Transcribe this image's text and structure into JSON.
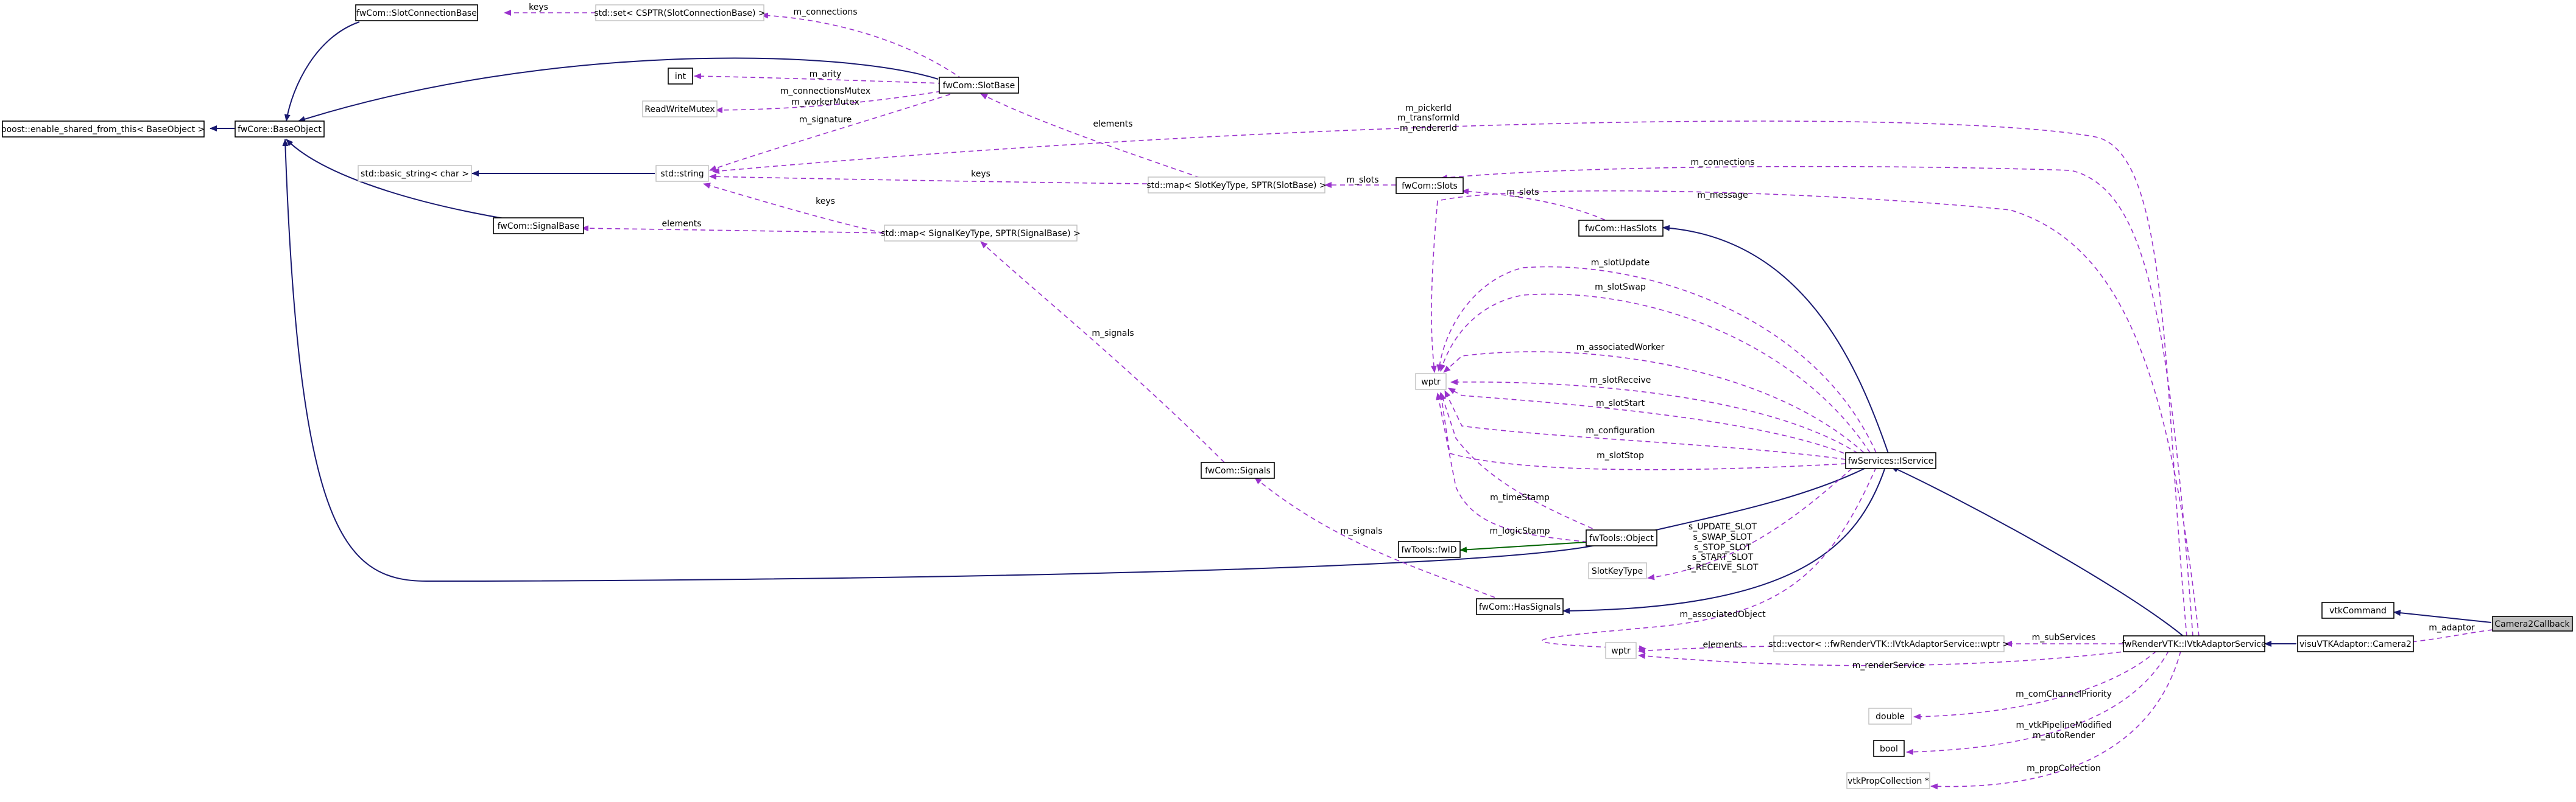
{
  "nodes": [
    {
      "id": "camera2callback",
      "label": "Camera2Callback",
      "style": "highlight"
    },
    {
      "id": "vtkcommand",
      "label": "vtkCommand",
      "style": "solid"
    },
    {
      "id": "visuvtkadaptor_camera2",
      "label": "visuVTKAdaptor::Camera2",
      "style": "solid"
    },
    {
      "id": "ivtkadaptorservice",
      "label": "fwRenderVTK::IVtkAdaptorService",
      "style": "solid"
    },
    {
      "id": "iservice",
      "label": "fwServices::IService",
      "style": "solid"
    },
    {
      "id": "fwtools_object",
      "label": "fwTools::Object",
      "style": "solid"
    },
    {
      "id": "fwtools_fwid",
      "label": "fwTools::fwID",
      "style": "solid"
    },
    {
      "id": "hassignals",
      "label": "fwCom::HasSignals",
      "style": "solid"
    },
    {
      "id": "hasslots",
      "label": "fwCom::HasSlots",
      "style": "solid"
    },
    {
      "id": "slots",
      "label": "fwCom::Slots",
      "style": "solid"
    },
    {
      "id": "signals",
      "label": "fwCom::Signals",
      "style": "solid"
    },
    {
      "id": "slotbase",
      "label": "fwCom::SlotBase",
      "style": "solid"
    },
    {
      "id": "signalbase",
      "label": "fwCom::SignalBase",
      "style": "solid"
    },
    {
      "id": "slotconnectionbase",
      "label": "fwCom::SlotConnectionBase",
      "style": "solid"
    },
    {
      "id": "baseobject",
      "label": "fwCore::BaseObject",
      "style": "solid"
    },
    {
      "id": "enable_shared",
      "label": "boost::enable_shared_from_this< BaseObject >",
      "style": "solid"
    },
    {
      "id": "int",
      "label": "int",
      "style": "solid"
    },
    {
      "id": "bool",
      "label": "bool",
      "style": "solid"
    },
    {
      "id": "double",
      "label": "double",
      "style": "grey"
    },
    {
      "id": "readwritemutex",
      "label": "ReadWriteMutex",
      "style": "grey"
    },
    {
      "id": "basic_string",
      "label": "std::basic_string< char >",
      "style": "grey"
    },
    {
      "id": "std_string",
      "label": "std::string",
      "style": "grey"
    },
    {
      "id": "set_cspth",
      "label": "std::set< CSPTR(SlotConnectionBase) >",
      "style": "grey"
    },
    {
      "id": "map_slots",
      "label": "std::map< SlotKeyType, SPTR(SlotBase) >",
      "style": "grey"
    },
    {
      "id": "map_signals",
      "label": "std::map< SignalKeyType, SPTR(SignalBase) >",
      "style": "grey"
    },
    {
      "id": "wptr1",
      "label": "wptr",
      "style": "grey"
    },
    {
      "id": "wptr2",
      "label": "wptr",
      "style": "grey"
    },
    {
      "id": "slotkeytype",
      "label": "SlotKeyType",
      "style": "grey"
    },
    {
      "id": "vector_wptr",
      "label": "std::vector< ::fwRenderVTK::IVtkAdaptorService::wptr >",
      "style": "grey"
    },
    {
      "id": "vtkpropcollection",
      "label": "vtkPropCollection *",
      "style": "grey"
    }
  ],
  "edge_labels": [
    {
      "id": "keys1",
      "text": "keys"
    },
    {
      "id": "m_connections1",
      "text": "m_connections"
    },
    {
      "id": "m_arity",
      "text": "m_arity"
    },
    {
      "id": "m_mutex1",
      "text": "m_connectionsMutex"
    },
    {
      "id": "m_mutex2",
      "text": "m_workerMutex"
    },
    {
      "id": "m_signature",
      "text": "m_signature"
    },
    {
      "id": "elements1",
      "text": "elements"
    },
    {
      "id": "m_pickerid1",
      "text": "m_pickerId"
    },
    {
      "id": "m_pickerid2",
      "text": "m_transformId"
    },
    {
      "id": "m_pickerid3",
      "text": "m_rendererId"
    },
    {
      "id": "keys2",
      "text": "keys"
    },
    {
      "id": "m_slots1",
      "text": "m_slots"
    },
    {
      "id": "m_connections2",
      "text": "m_connections"
    },
    {
      "id": "keys3",
      "text": "keys"
    },
    {
      "id": "elements2",
      "text": "elements"
    },
    {
      "id": "m_slots2",
      "text": "m_slots"
    },
    {
      "id": "m_message",
      "text": "m_message"
    },
    {
      "id": "m_slotupdate",
      "text": "m_slotUpdate"
    },
    {
      "id": "m_slotswap",
      "text": "m_slotSwap"
    },
    {
      "id": "m_signals1",
      "text": "m_signals"
    },
    {
      "id": "m_associatedworker",
      "text": "m_associatedWorker"
    },
    {
      "id": "m_slotreceive",
      "text": "m_slotReceive"
    },
    {
      "id": "m_slotstart",
      "text": "m_slotStart"
    },
    {
      "id": "m_configuration",
      "text": "m_configuration"
    },
    {
      "id": "m_slotstop",
      "text": "m_slotStop"
    },
    {
      "id": "m_timestamp",
      "text": "m_timeStamp"
    },
    {
      "id": "m_signals2",
      "text": "m_signals"
    },
    {
      "id": "m_logicstamp",
      "text": "m_logicStamp"
    },
    {
      "id": "s_slot1",
      "text": "s_UPDATE_SLOT"
    },
    {
      "id": "s_slot2",
      "text": "s_SWAP_SLOT"
    },
    {
      "id": "s_slot3",
      "text": "s_STOP_SLOT"
    },
    {
      "id": "s_slot4",
      "text": "s_START_SLOT"
    },
    {
      "id": "s_slot5",
      "text": "s_RECEIVE_SLOT"
    },
    {
      "id": "m_associatedobject",
      "text": "m_associatedObject"
    },
    {
      "id": "m_subservices",
      "text": "m_subServices"
    },
    {
      "id": "elements3",
      "text": "elements"
    },
    {
      "id": "m_adaptor",
      "text": "m_adaptor"
    },
    {
      "id": "m_renderservice",
      "text": "m_renderService"
    },
    {
      "id": "m_comchannel",
      "text": "m_comChannelPriority"
    },
    {
      "id": "m_vtkpipe1",
      "text": "m_vtkPipelineModified"
    },
    {
      "id": "m_vtkpipe2",
      "text": "m_autoRender"
    },
    {
      "id": "m_propcollection",
      "text": "m_propCollection"
    }
  ],
  "colors": {
    "inheritance": "#191970",
    "usage": "#9a32cd",
    "template": "#006400",
    "highlight_fill": "#bfbfbf",
    "grey_border": "#bfbfbf"
  }
}
